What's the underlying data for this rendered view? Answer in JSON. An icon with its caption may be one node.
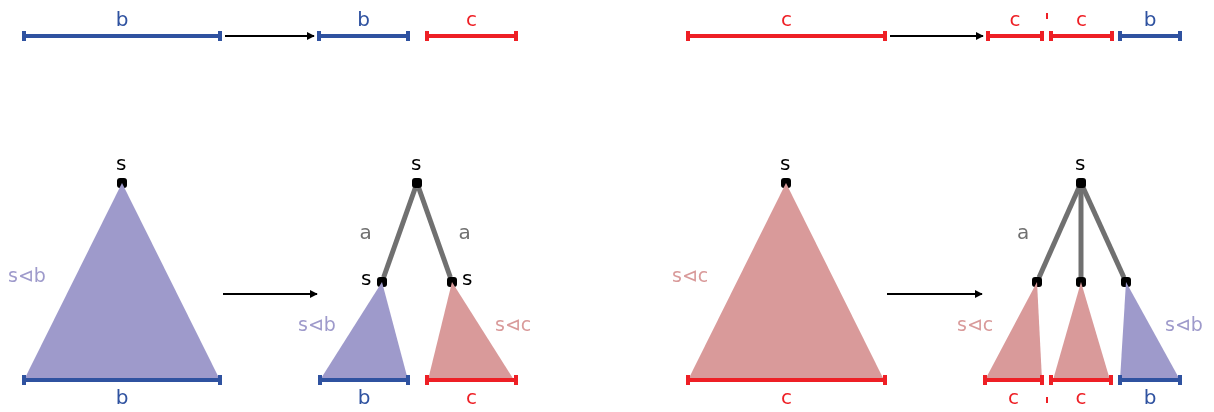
{
  "diagram": {
    "nodes": [
      {
        "text": [
          "b"
        ]
      },
      {
        "text": [
          "b"
        ]
      },
      {
        "text": [
          "c"
        ]
      },
      {
        "text": [
          "s"
        ]
      },
      {
        "text": [],
        "shape": "triangle",
        "beside": [
          "s⊲b"
        ]
      },
      {
        "text": [
          "b"
        ]
      },
      {
        "text": [
          "s"
        ]
      },
      {
        "text": [
          "s"
        ]
      },
      {
        "text": [
          "s"
        ]
      },
      {
        "text": [],
        "shape": "triangle",
        "beside": [
          "s⊲b"
        ]
      },
      {
        "text": [
          "b"
        ]
      },
      {
        "text": [],
        "shape": "triangle",
        "beside": [
          "s⊲c"
        ]
      },
      {
        "text": [
          "c"
        ]
      },
      {
        "text": [
          "c"
        ]
      },
      {
        "text": [
          "c"
        ]
      },
      {
        "text": [
          "c"
        ]
      },
      {
        "text": [
          "b"
        ]
      },
      {
        "text": [
          "s"
        ]
      },
      {
        "text": [],
        "shape": "triangle",
        "beside": [
          "s⊲c"
        ]
      },
      {
        "text": [
          "c"
        ]
      },
      {
        "text": [
          "s"
        ]
      },
      {
        "text": [],
        "shape": "circle"
      },
      {
        "text": [],
        "shape": "circle"
      },
      {
        "text": [],
        "shape": "circle"
      },
      {
        "text": [],
        "shape": "triangle",
        "beside": [
          "s⊲c"
        ]
      },
      {
        "text": [
          "c"
        ]
      },
      {
        "text": [],
        "shape": "triangle"
      },
      {
        "text": [
          "c"
        ]
      },
      {
        "text": [],
        "shape": "triangle",
        "beside": [
          "s⊲b"
        ]
      },
      {
        "text": [
          "b"
        ]
      }
    ],
    "edges": [
      {
        "from": 0,
        "to": 1,
        "arrow": "to",
        "color": "#000000"
      },
      {
        "from": 4,
        "to": 9,
        "arrow": "to",
        "color": "#000000"
      },
      {
        "from": 6,
        "to": 7,
        "arrow": "none",
        "label": "a"
      },
      {
        "from": 6,
        "to": 8,
        "arrow": "none",
        "label": "a"
      },
      {
        "from": 13,
        "to": 14,
        "arrow": "to",
        "color": "#000000"
      },
      {
        "from": 18,
        "to": 24,
        "arrow": "to",
        "color": "#000000"
      },
      {
        "from": 20,
        "to": 21,
        "arrow": "none",
        "label": "a"
      },
      {
        "from": 20,
        "to": 22,
        "arrow": "none"
      },
      {
        "from": 20,
        "to": 23,
        "arrow": "none"
      }
    ]
  }
}
